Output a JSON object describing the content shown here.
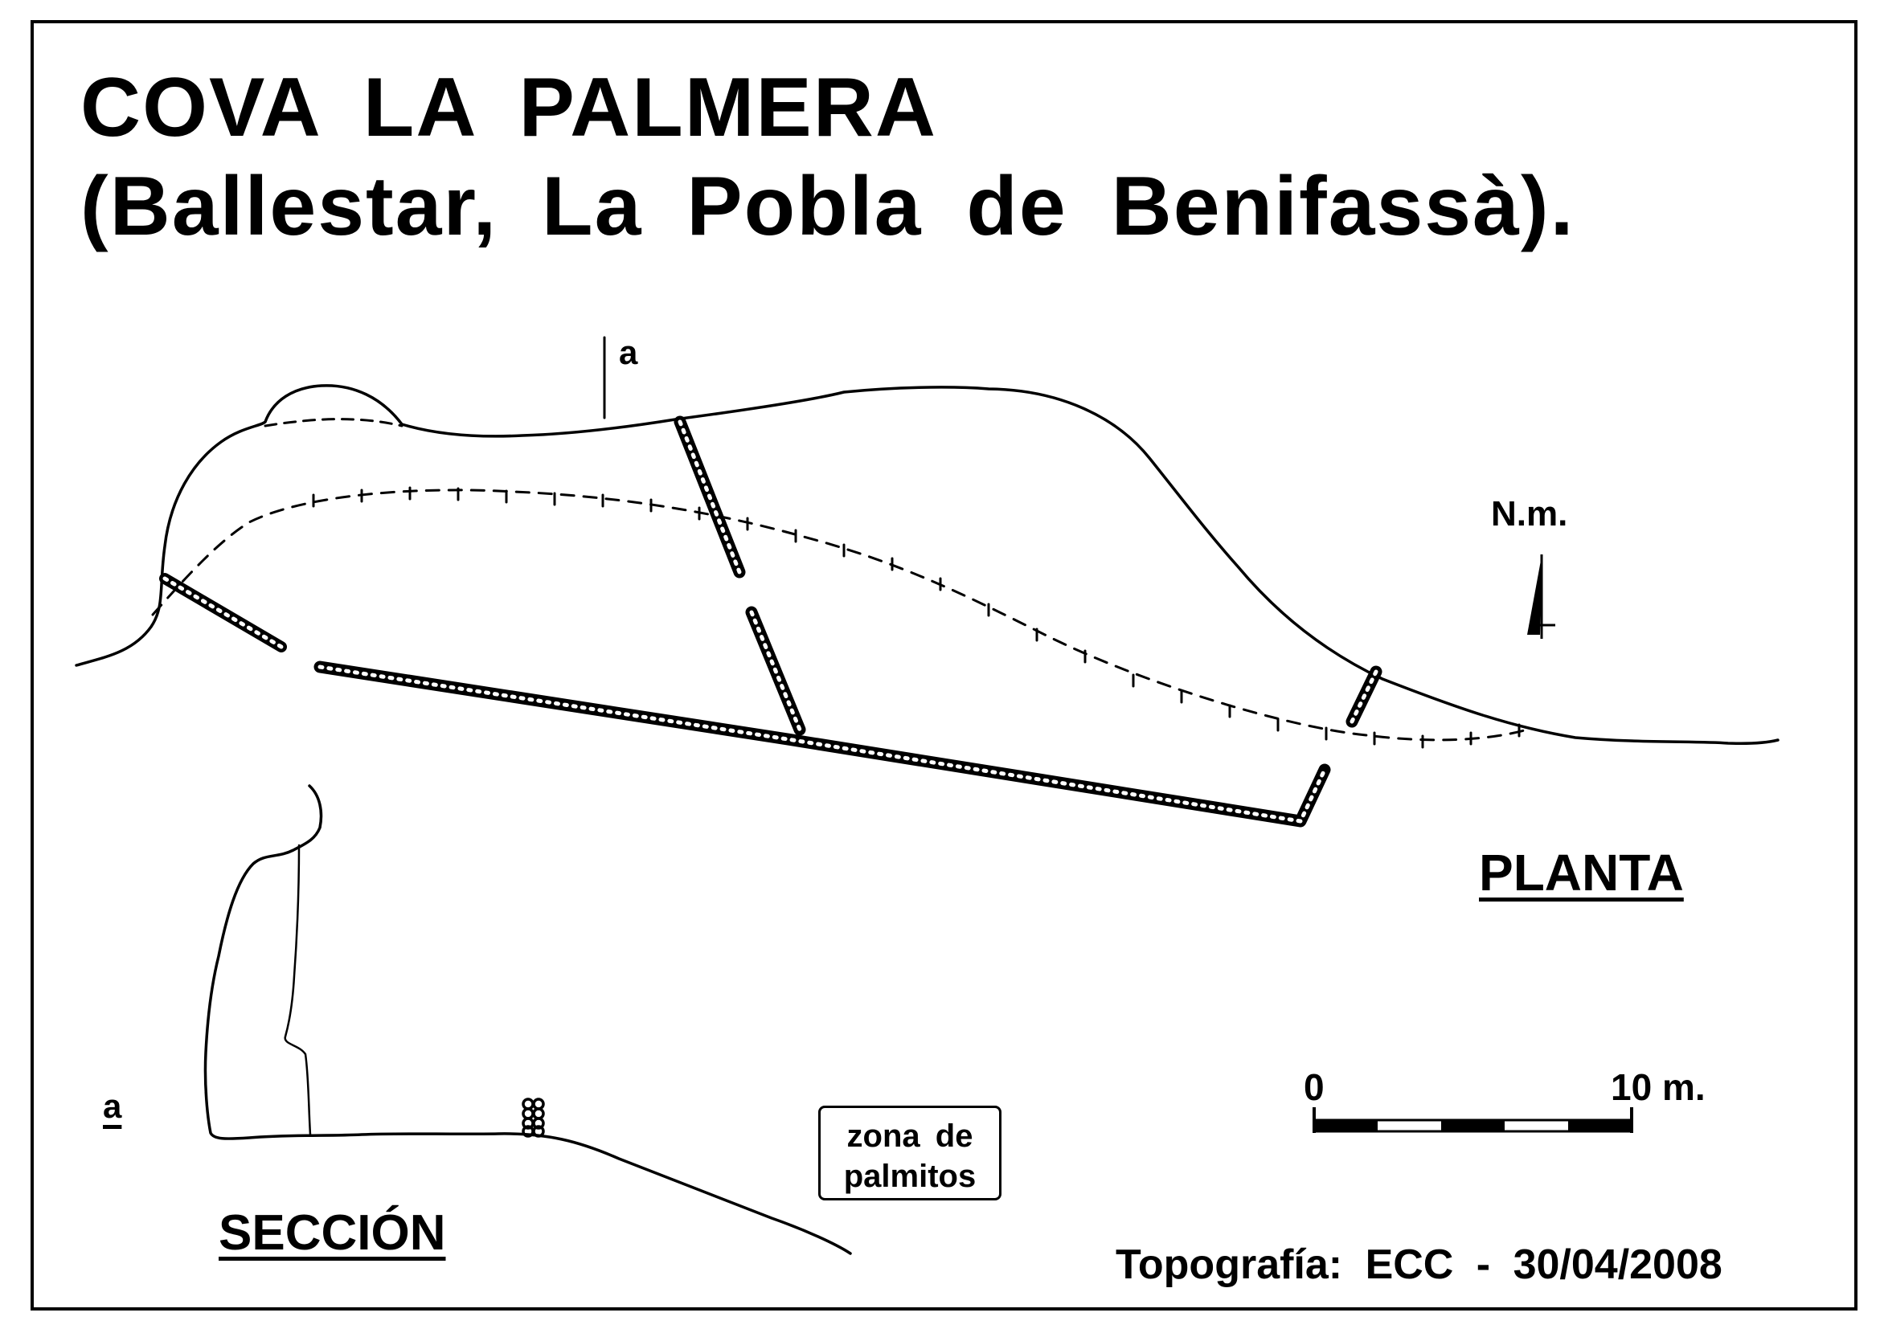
{
  "title": {
    "line1": "COVA LA PALMERA",
    "line2": "(Ballestar, La Pobla de Benifassà)."
  },
  "labels": {
    "section_mark_top": "a",
    "section_mark_bottom": "a",
    "north": "N.m.",
    "plan": "PLANTA",
    "section": "SECCIÓN",
    "palm_zone_line1": "zona de",
    "palm_zone_line2": "palmitos"
  },
  "scale_bar": {
    "start_label": "0",
    "end_label": "10 m."
  },
  "credits": "Topografía: ECC - 30/04/2008"
}
